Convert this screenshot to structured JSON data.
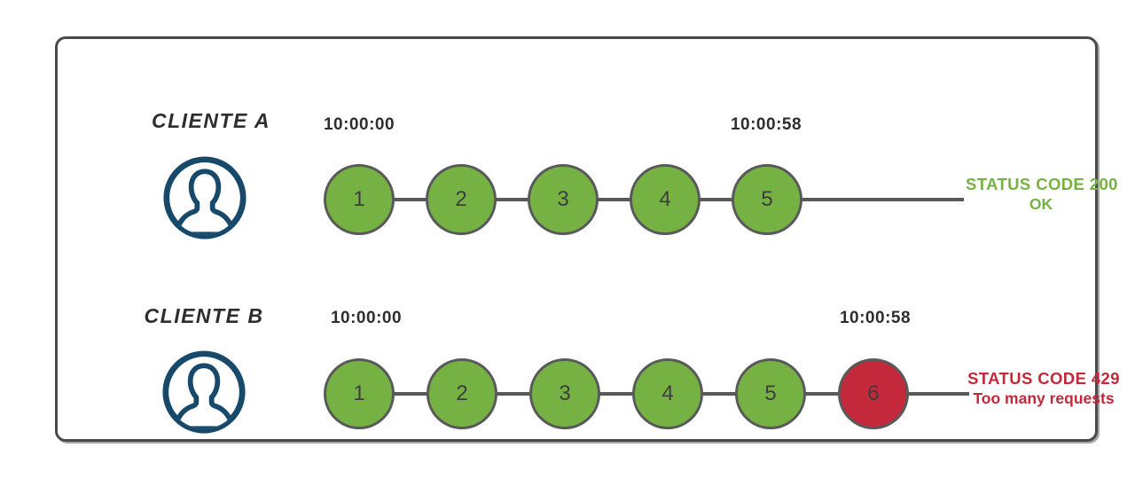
{
  "colors": {
    "success": "#76b243",
    "error": "#c3293a",
    "line": "#595959",
    "circle_border": "#595959",
    "avatar": "#17496b",
    "frame_border": "#4a4a4a",
    "label_text": "#2e2e2e",
    "number_text": "#3d3d3d"
  },
  "rows": [
    {
      "client_label": "CLIENTE A",
      "start_time": "10:00:00",
      "end_time": "10:00:58",
      "requests": [
        {
          "label": "1",
          "state": "ok"
        },
        {
          "label": "2",
          "state": "ok"
        },
        {
          "label": "3",
          "state": "ok"
        },
        {
          "label": "4",
          "state": "ok"
        },
        {
          "label": "5",
          "state": "ok"
        }
      ],
      "status": {
        "line1": "STATUS CODE 200",
        "line2": "OK",
        "state": "ok"
      }
    },
    {
      "client_label": "CLIENTE B",
      "start_time": "10:00:00",
      "end_time": "10:00:58",
      "requests": [
        {
          "label": "1",
          "state": "ok"
        },
        {
          "label": "2",
          "state": "ok"
        },
        {
          "label": "3",
          "state": "ok"
        },
        {
          "label": "4",
          "state": "ok"
        },
        {
          "label": "5",
          "state": "ok"
        },
        {
          "label": "6",
          "state": "limited"
        }
      ],
      "status": {
        "line1": "STATUS CODE 429",
        "line2": "Too many requests",
        "state": "limited"
      }
    }
  ]
}
